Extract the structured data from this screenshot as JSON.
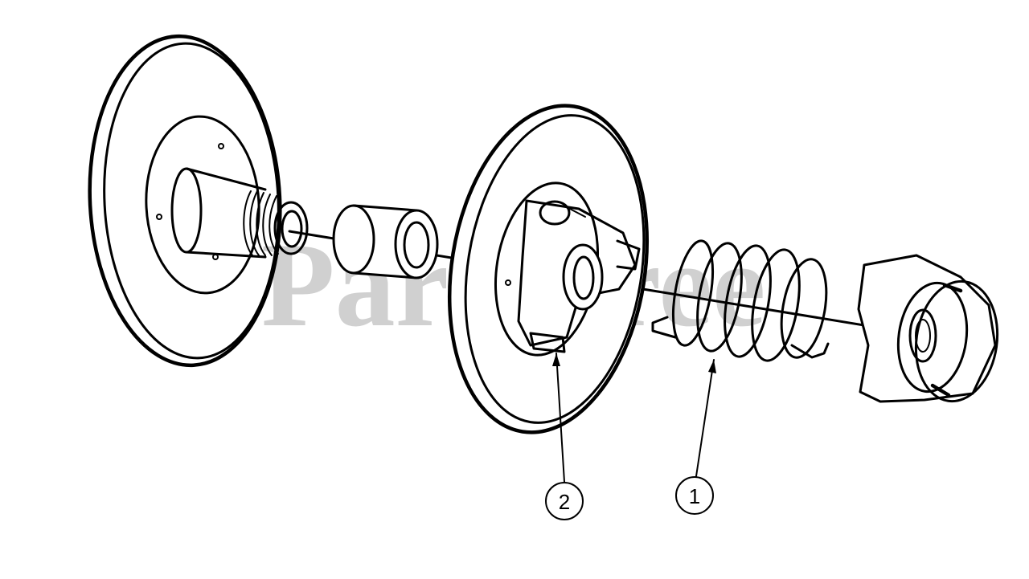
{
  "watermark": {
    "text": "PartsTree",
    "color": "#bdbdbd"
  },
  "callouts": [
    {
      "label": "2"
    },
    {
      "label": "1"
    }
  ],
  "ink_color": "#000000",
  "background_color": "#ffffff"
}
